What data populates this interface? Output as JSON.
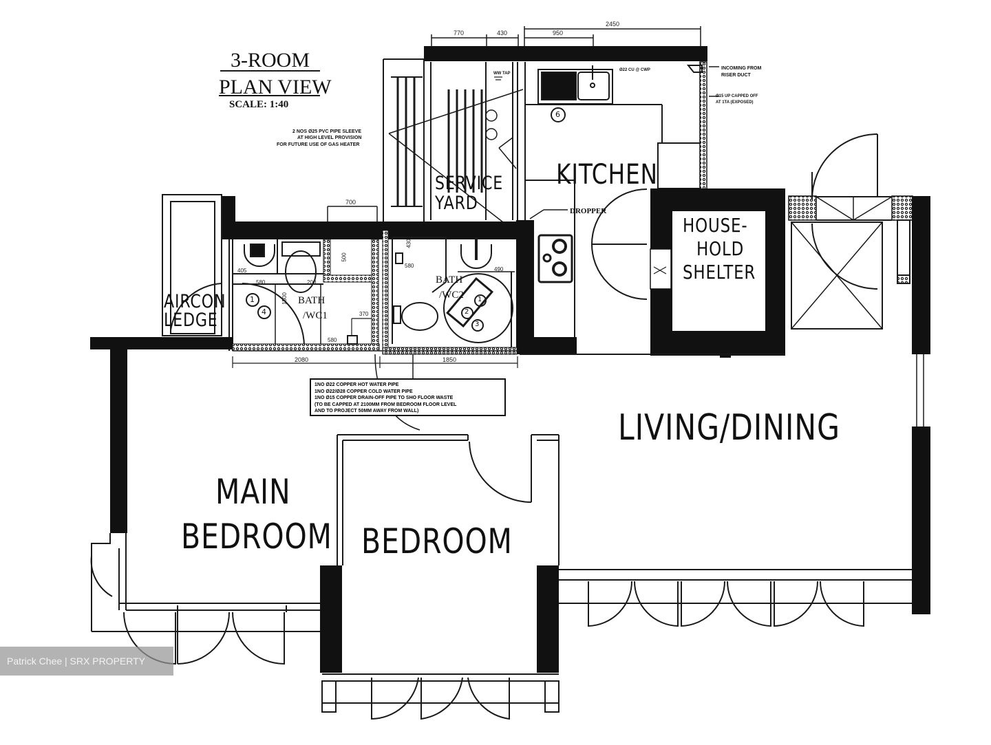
{
  "header": {
    "title_line1": "3-ROOM",
    "title_line2": "PLAN VIEW",
    "scale": "SCALE:   1:40"
  },
  "rooms": {
    "kitchen": "KITCHEN",
    "service_yard_1": "SERVICE",
    "service_yard_2": "YARD",
    "household_shelter_1": "HOUSE-",
    "household_shelter_2": "HOLD",
    "household_shelter_3": "SHELTER",
    "bath_wc1_1": "BATH",
    "bath_wc1_2": "/WC1",
    "bath_wc2_1": "BATH",
    "bath_wc2_2": "/WC2",
    "aircon_ledge_1": "AIRCON",
    "aircon_ledge_2": "LEDGE",
    "living_dining": "LIVING/DINING",
    "main_bedroom_1": "MAIN",
    "main_bedroom_2": "BEDROOM",
    "bedroom": "BEDROOM"
  },
  "dimensions": {
    "top_770": "770",
    "top_430": "430",
    "top_950": "950",
    "top_2450": "2450",
    "d_700": "700",
    "d_405": "405",
    "d_580": "580",
    "d_500": "500",
    "d_1500": "1500",
    "d_370": "370",
    "d_580b": "580",
    "d_2080": "2080",
    "d_430": "430",
    "d_580c": "580",
    "d_490": "490",
    "d_1850": "1850",
    "d_200": "200"
  },
  "annotations": {
    "gas_heater_1": "2 NOS Ø25 PVC PIPE SLEEVE",
    "gas_heater_2": "AT HIGH LEVEL PROVISION",
    "gas_heater_3": "FOR FUTURE USE OF GAS HEATER",
    "riser_1": "INCOMING FROM",
    "riser_2": "RISER DUCT",
    "capped_1": "Ø15 UP CAPPED OFF",
    "capped_2": "AT 1TA (EXPOSED)",
    "ww_tap": "WW TAP",
    "dropper": "DROPPER",
    "kitchen_pipe": "Ø22 CU @ CWP",
    "pipe_note": [
      "1NO Ø22 COPPER HOT WATER PIPE",
      "1NO Ø22/Ø28 COPPER COLD WATER PIPE",
      "1NO Ø15 COPPER DRAIN-OFF PIPE TO SHO FLOOR WASTE",
      "(TO BE CAPPED AT 2100MM FROM BEDROOM FLOOR LEVEL",
      "AND TO PROJECT 50MM AWAY FROM WALL)"
    ]
  },
  "fixtures": {
    "wc1_markers": [
      "1",
      "4"
    ],
    "wc2_markers": [
      "1",
      "2",
      "3"
    ],
    "kitchen_marker": "6"
  },
  "watermark": "Patrick Chee | SRX PROPERTY",
  "colors": {
    "wall": "#111111",
    "line": "#1a1a1a",
    "background": "#ffffff",
    "watermark_bg": "#a0a0a0"
  }
}
